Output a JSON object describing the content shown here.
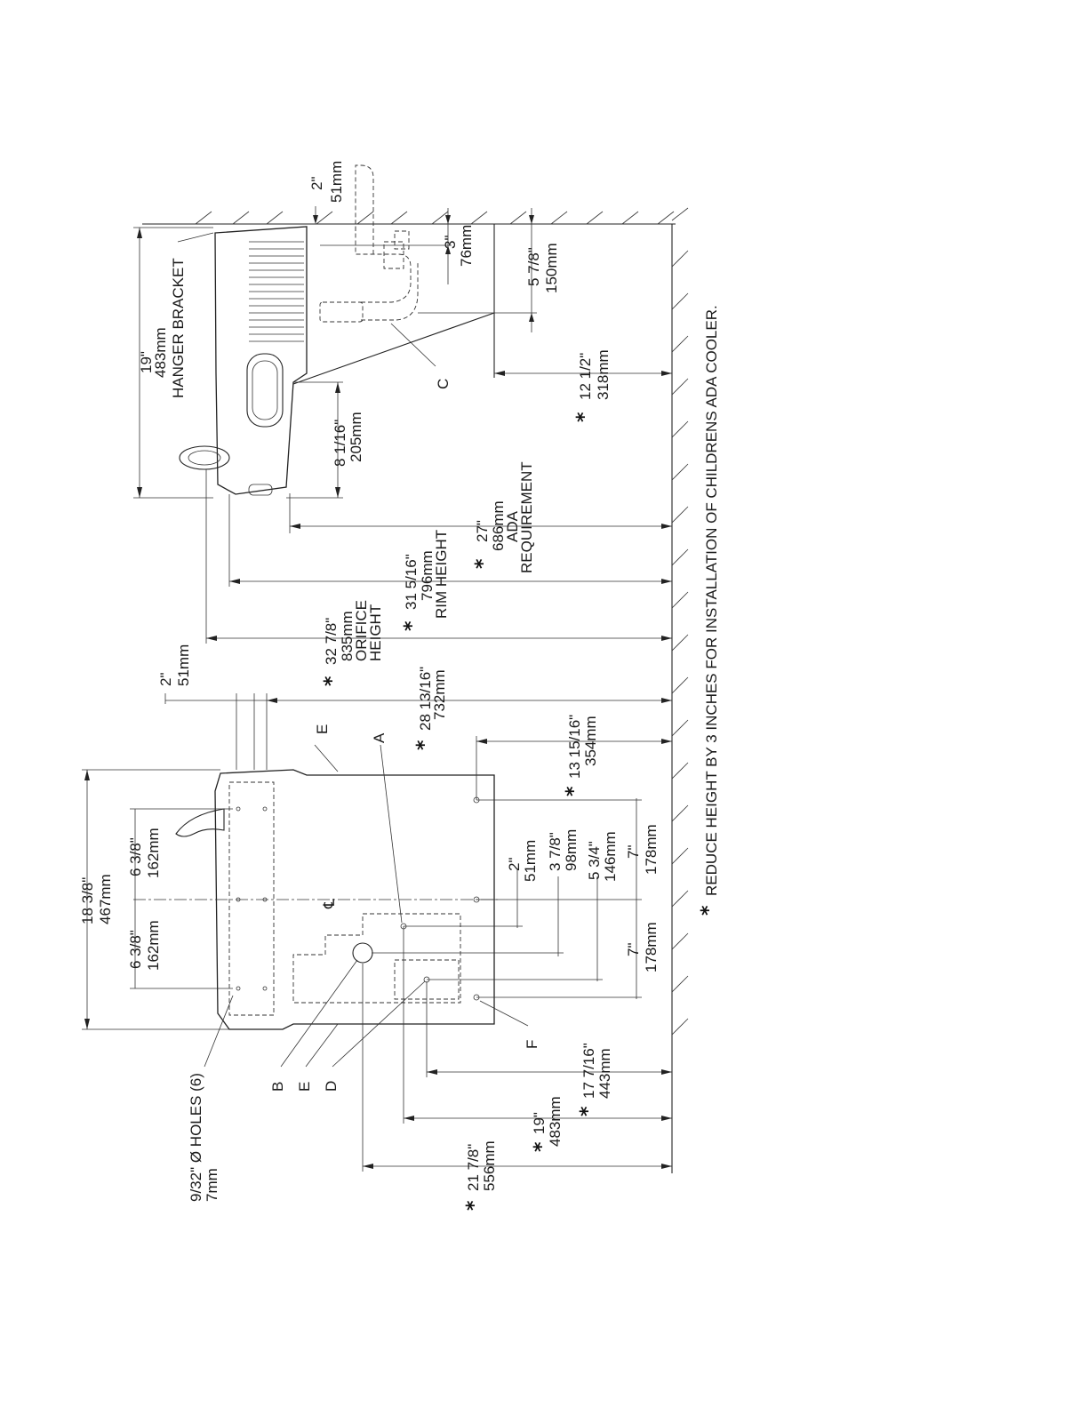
{
  "side_view": {
    "hanger_bracket": "HANGER BRACKET",
    "dim_19_in": "19\"",
    "dim_19_mm": "483mm",
    "dim_2_in": "2\"",
    "dim_2_mm": "51mm",
    "dim_3_in": "3\"",
    "dim_3_mm": "76mm",
    "dim_578_in": "5 7/8\"",
    "dim_578_mm": "150mm",
    "callout_c": "C",
    "dim_1212_in": "12 1/2\"",
    "dim_1212_mm": "318mm",
    "dim_8116_in": "8 1/16\"",
    "dim_8116_mm": "205mm",
    "dim_27_in": "27\"",
    "dim_27_mm": "686mm",
    "dim_27_note1": "ADA",
    "dim_27_note2": "REQUIREMENT",
    "dim_31516_in": "31 5/16\"",
    "dim_31516_mm": "796mm",
    "dim_31516_note": "RIM HEIGHT",
    "dim_3278_in": "32 7/8\"",
    "dim_3278_mm": "835mm",
    "dim_3278_note1": "ORIFICE",
    "dim_3278_note2": "HEIGHT"
  },
  "front_view": {
    "dim_2_in": "2\"",
    "dim_2_mm": "51mm",
    "dim_281316_in": "28 13/16\"",
    "dim_281316_mm": "732mm",
    "callout_e": "E",
    "callout_a": "A",
    "dim_131516_in": "13 15/16\"",
    "dim_131516_mm": "354mm",
    "dim_1838_in": "18 3/8\"",
    "dim_1838_mm": "467mm",
    "dim_638_in": "6 3/8\"",
    "dim_638_mm": "162mm",
    "centerline": "℄",
    "dim_2b_in": "2\"",
    "dim_2b_mm": "51mm",
    "dim_378_in": "3 7/8\"",
    "dim_378_mm": "98mm",
    "dim_534_in": "5 3/4\"",
    "dim_534_mm": "146mm",
    "dim_7_in": "7\"",
    "dim_7_mm": "178mm",
    "callout_f": "F",
    "holes_label": "9/32\" Ø HOLES (6)",
    "holes_mm": "7mm",
    "callout_b": "B",
    "callout_e2": "E",
    "callout_d": "D",
    "dim_17716_in": "17 7/16\"",
    "dim_17716_mm": "443mm",
    "dim_19_in": "19\"",
    "dim_19_mm": "483mm",
    "dim_2178_in": "21 7/8\"",
    "dim_2178_mm": "556mm"
  },
  "footnote": "REDUCE HEIGHT BY 3 INCHES FOR INSTALLATION OF CHILDRENS ADA COOLER.",
  "asterisk": "*"
}
